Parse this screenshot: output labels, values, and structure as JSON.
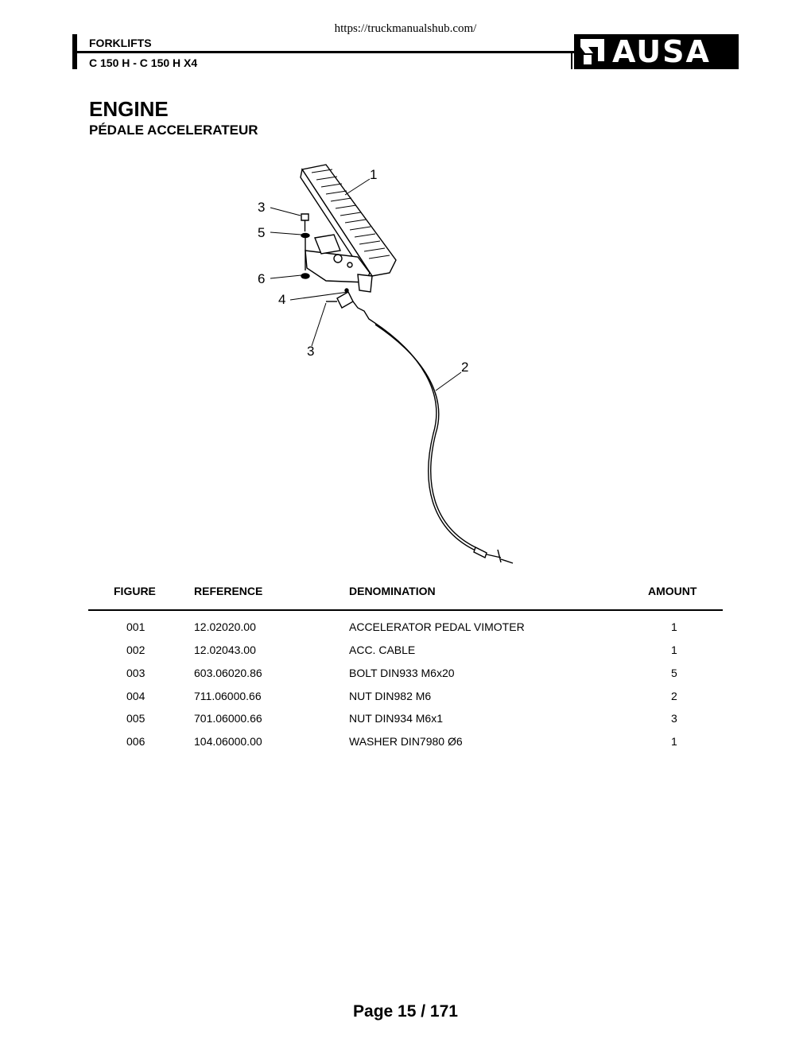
{
  "url": "https://truckmanualshub.com/",
  "header": {
    "line1": "FORKLIFTS",
    "line2": "C 150 H - C 150 H X4",
    "logo_text": "AUSA"
  },
  "title": "ENGINE",
  "subtitle": "PÉDALE ACCELERATEUR",
  "diagram": {
    "callouts": [
      "1",
      "2",
      "3",
      "3",
      "4",
      "5",
      "6"
    ]
  },
  "table": {
    "headers": [
      "FIGURE",
      "REFERENCE",
      "DENOMINATION",
      "AMOUNT"
    ],
    "rows": [
      {
        "figure": "001",
        "reference": "12.02020.00",
        "denomination": "ACCELERATOR PEDAL VIMOTER",
        "amount": "1"
      },
      {
        "figure": "002",
        "reference": "12.02043.00",
        "denomination": "ACC. CABLE",
        "amount": "1"
      },
      {
        "figure": "003",
        "reference": "603.06020.86",
        "denomination": "BOLT DIN933 M6x20",
        "amount": "5"
      },
      {
        "figure": "004",
        "reference": "711.06000.66",
        "denomination": "NUT DIN982 M6",
        "amount": "2"
      },
      {
        "figure": "005",
        "reference": "701.06000.66",
        "denomination": "NUT DIN934 M6x1",
        "amount": "3"
      },
      {
        "figure": "006",
        "reference": "104.06000.00",
        "denomination": "WASHER DIN7980 Ø6",
        "amount": "1"
      }
    ]
  },
  "page": "Page 15 / 171"
}
